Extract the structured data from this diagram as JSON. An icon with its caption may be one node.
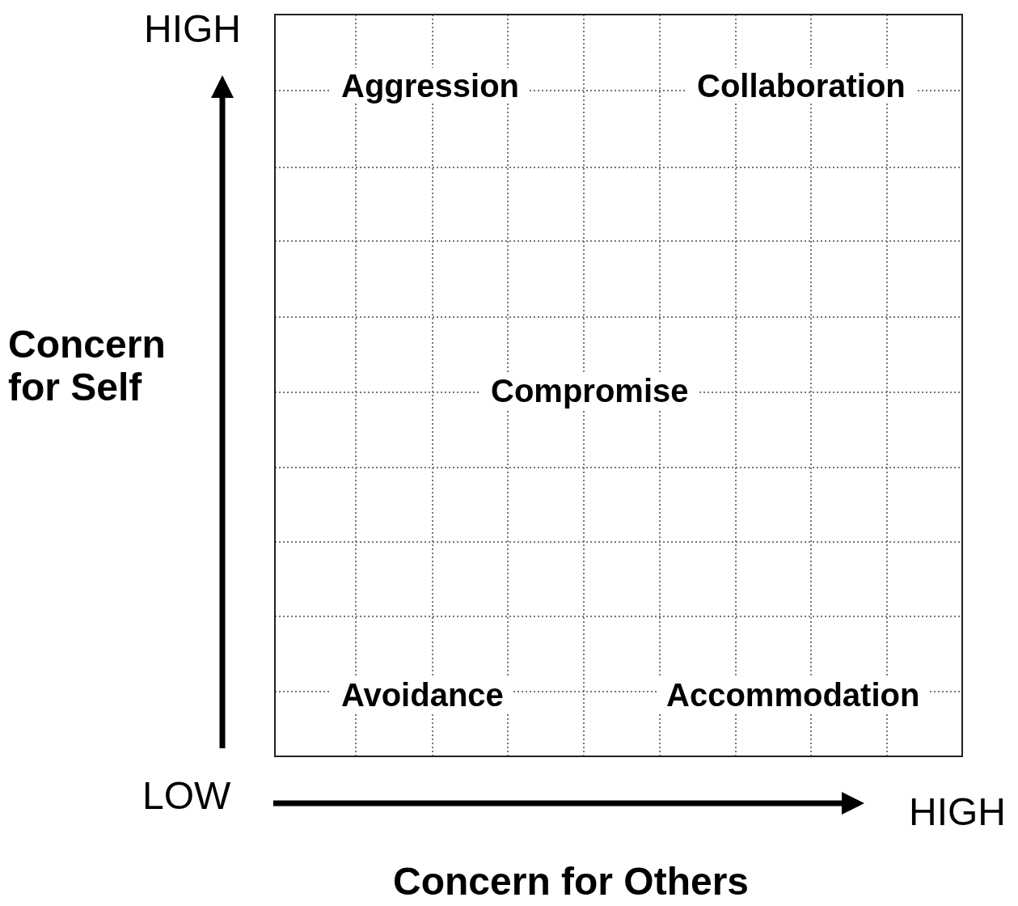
{
  "diagram": {
    "labels": [
      "HIGH",
      "Aggression",
      "Collaboration",
      "Concern for Self",
      "Compromise",
      "Avoidance",
      "Accommodation",
      "LOW",
      "HIGH",
      "Concern for Others"
    ]
  }
}
